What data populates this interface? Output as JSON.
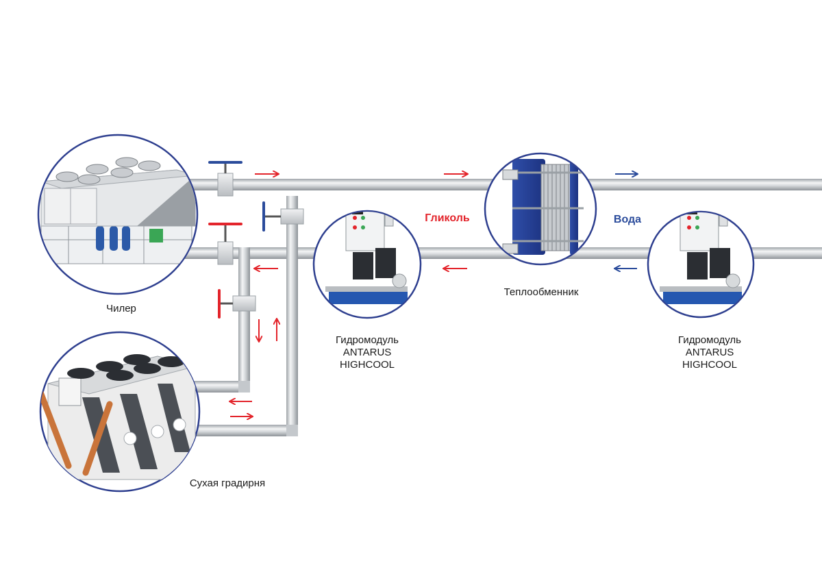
{
  "labels": {
    "chiller": "Чилер",
    "dry_cooler": "Сухая градирня",
    "heat_exchanger": "Теплообменник",
    "hydromodule_1": [
      "Гидромодуль",
      "ANTARUS",
      "HIGHCOOL"
    ],
    "hydromodule_2": [
      "Гидромодуль",
      "ANTARUS",
      "HIGHCOOL"
    ],
    "glycol": "Гликоль",
    "water": "Вода"
  },
  "colors": {
    "glycol": "#e3242b",
    "water": "#2a4b9b",
    "pipe": "#c9ccd0",
    "circle_border": "#2e3f8f"
  },
  "icons": {
    "chiller": "chiller-unit-icon",
    "dry_cooler": "dry-cooler-unit-icon",
    "hydromodule": "pump-station-icon",
    "heat_exchanger": "plate-heat-exchanger-icon",
    "valve": "valve-handle-icon",
    "arrow": "flow-arrow-icon"
  }
}
